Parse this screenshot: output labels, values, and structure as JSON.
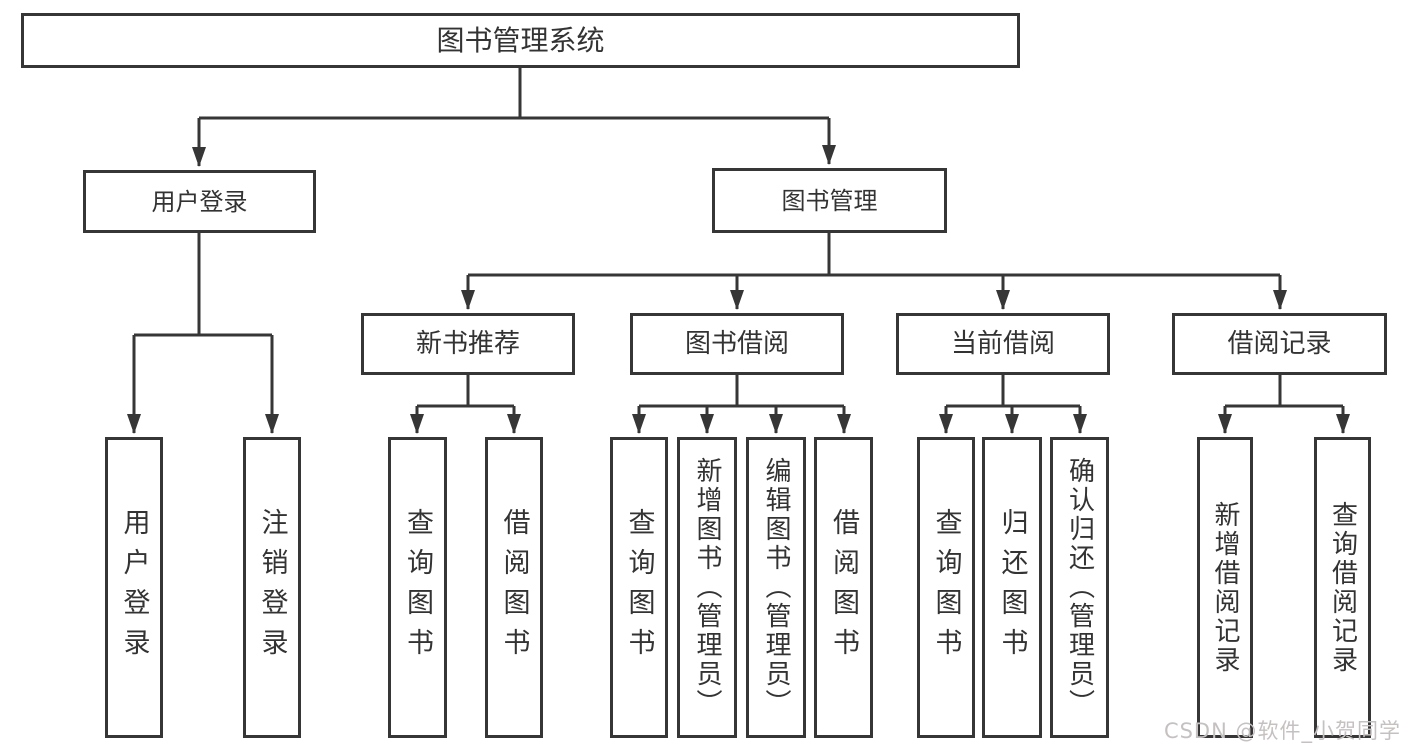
{
  "watermark": "CSDN @软件_小贺同学",
  "colors": {
    "line": "#363636",
    "text": "#333333",
    "background": "#ffffff",
    "watermark": "#c6c1c1"
  },
  "tree": {
    "label": "图书管理系统",
    "children": [
      {
        "label": "用户登录",
        "children": [
          {
            "label": "用户登录"
          },
          {
            "label": "注销登录"
          }
        ]
      },
      {
        "label": "图书管理",
        "children": [
          {
            "label": "新书推荐",
            "children": [
              {
                "label": "查询图书"
              },
              {
                "label": "借阅图书"
              }
            ]
          },
          {
            "label": "图书借阅",
            "children": [
              {
                "label": "查询图书"
              },
              {
                "label": "新增图书（管理员）"
              },
              {
                "label": "编辑图书（管理员）"
              },
              {
                "label": "借阅图书"
              }
            ]
          },
          {
            "label": "当前借阅",
            "children": [
              {
                "label": "查询图书"
              },
              {
                "label": "归还图书"
              },
              {
                "label": "确认归还（管理员）"
              }
            ]
          },
          {
            "label": "借阅记录",
            "children": [
              {
                "label": "新增借阅记录"
              },
              {
                "label": "查询借阅记录"
              }
            ]
          }
        ]
      }
    ]
  }
}
